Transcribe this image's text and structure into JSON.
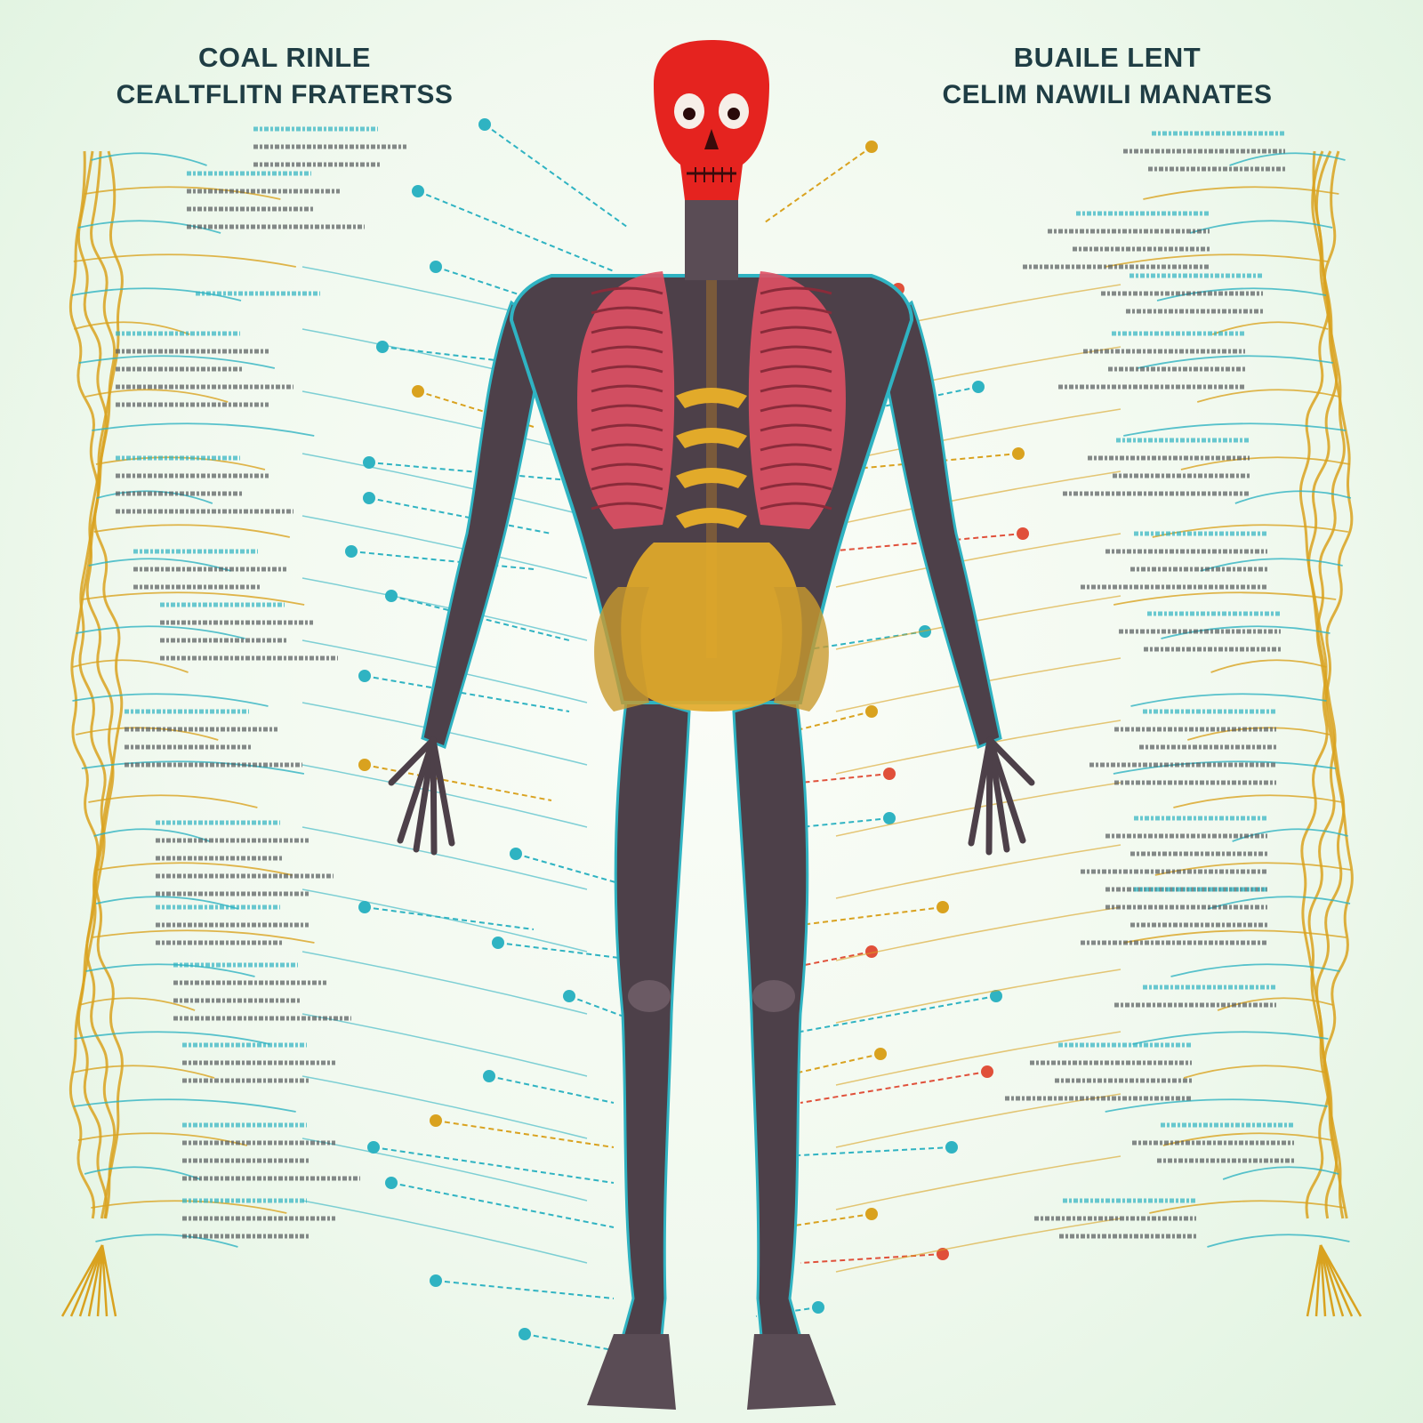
{
  "headings": {
    "left": {
      "line1": "COAL RINLE",
      "line2": "CEALTFLITN FRATERTSS"
    },
    "right": {
      "line1": "BUAILE LENT",
      "line2": "CELIM NAWILI MANATES"
    }
  },
  "colors": {
    "background": "#eef8ec",
    "heading": "#1f3d44",
    "nerve_gold": "#d9a21f",
    "vessel_teal": "#2fb3c2",
    "artery_red": "#e0503a",
    "bone_dark": "#4a3d47",
    "skull_red": "#e5231f",
    "lung_pink": "#e05064",
    "organ_yellow": "#e2aa2a"
  },
  "icons": [
    "human-skeleton-figure",
    "skull-icon",
    "lung-icon",
    "spine-icon",
    "pelvis-icon",
    "nerve-tree-icon",
    "label-pin-icon"
  ]
}
